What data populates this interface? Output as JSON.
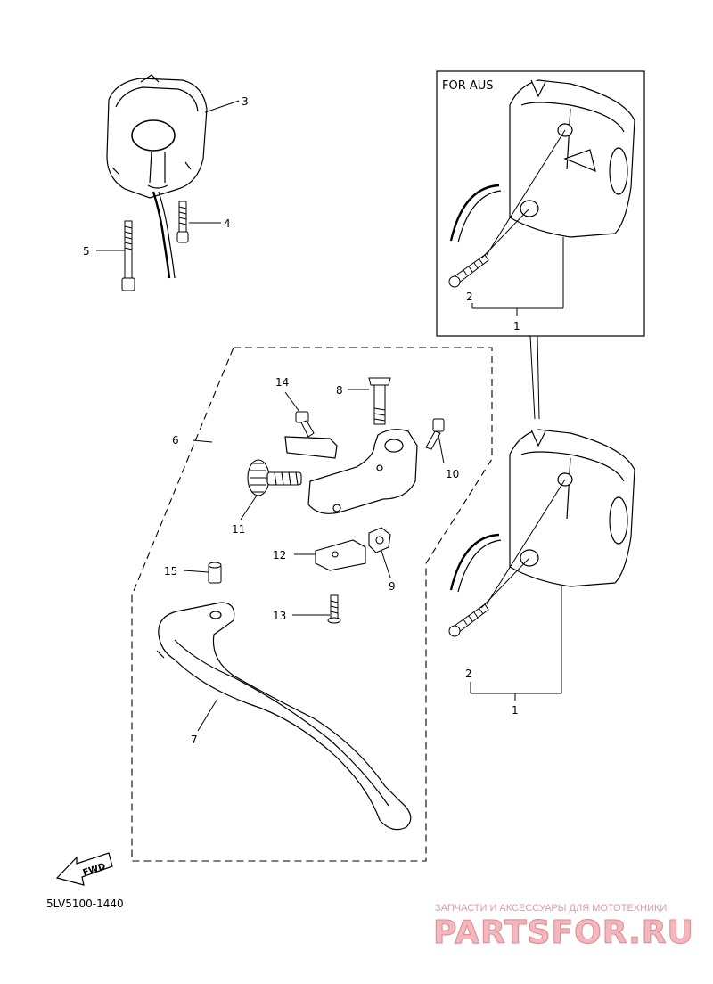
{
  "diagram": {
    "box_title": "FOR AUS",
    "fwd_label": "FWD",
    "drawing_code": "5LV5100-1440",
    "callouts": {
      "c1_aus": "1",
      "c2_aus": "2",
      "c1": "1",
      "c2": "2",
      "c3": "3",
      "c4": "4",
      "c5": "5",
      "c6": "6",
      "c7": "7",
      "c8": "8",
      "c9": "9",
      "c10": "10",
      "c11": "11",
      "c12": "12",
      "c13": "13",
      "c14": "14",
      "c15": "15"
    }
  },
  "watermark": {
    "tagline": "ЗАПЧАСТИ И АКСЕССУАРЫ ДЛЯ МОТОТЕХНИКИ",
    "brand": "PARTSFOR.RU"
  }
}
